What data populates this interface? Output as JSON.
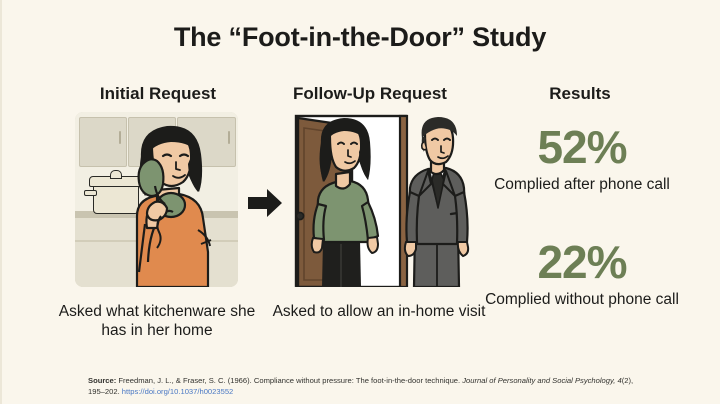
{
  "title": "The “Foot-in-the-Door” Study",
  "columns": {
    "initial": "Initial Request",
    "follow_up": "Follow-Up Request",
    "results": "Results"
  },
  "captions": {
    "initial": "Asked what kitchenware she has in her home",
    "follow_up": "Asked to allow an in-home visit"
  },
  "stats": [
    {
      "value": "52%",
      "label": "Complied after phone call"
    },
    {
      "value": "22%",
      "label": "Complied without phone call"
    }
  ],
  "source": {
    "label": "Source:",
    "citation_1": " Freedman, J. L., & Fraser, S. C. (1966). Compliance without pressure: The foot-in-the-door technique. ",
    "journal": "Journal of Personality and Social Psychology,",
    "volume": "4",
    "citation_2": "(2), 195–202. ",
    "doi": "https://doi.org/10.1037/h0023552"
  },
  "illustrations": {
    "panel_1_alt": "Woman on phone in kitchen",
    "panel_2_alt": "Woman at open door greeting man in suit",
    "arrow_alt": "arrow-right"
  },
  "colors": {
    "background": "#faf6ec",
    "stat_green": "#6d7f55",
    "text": "#1c1c1a",
    "link": "#4a78c4",
    "cabinet": "#dcd8c8",
    "shirt_orange": "#e08a4e",
    "sweater_green": "#7d9470",
    "suit_grey": "#5e5e5c",
    "door_brown": "#7d5a3c"
  }
}
